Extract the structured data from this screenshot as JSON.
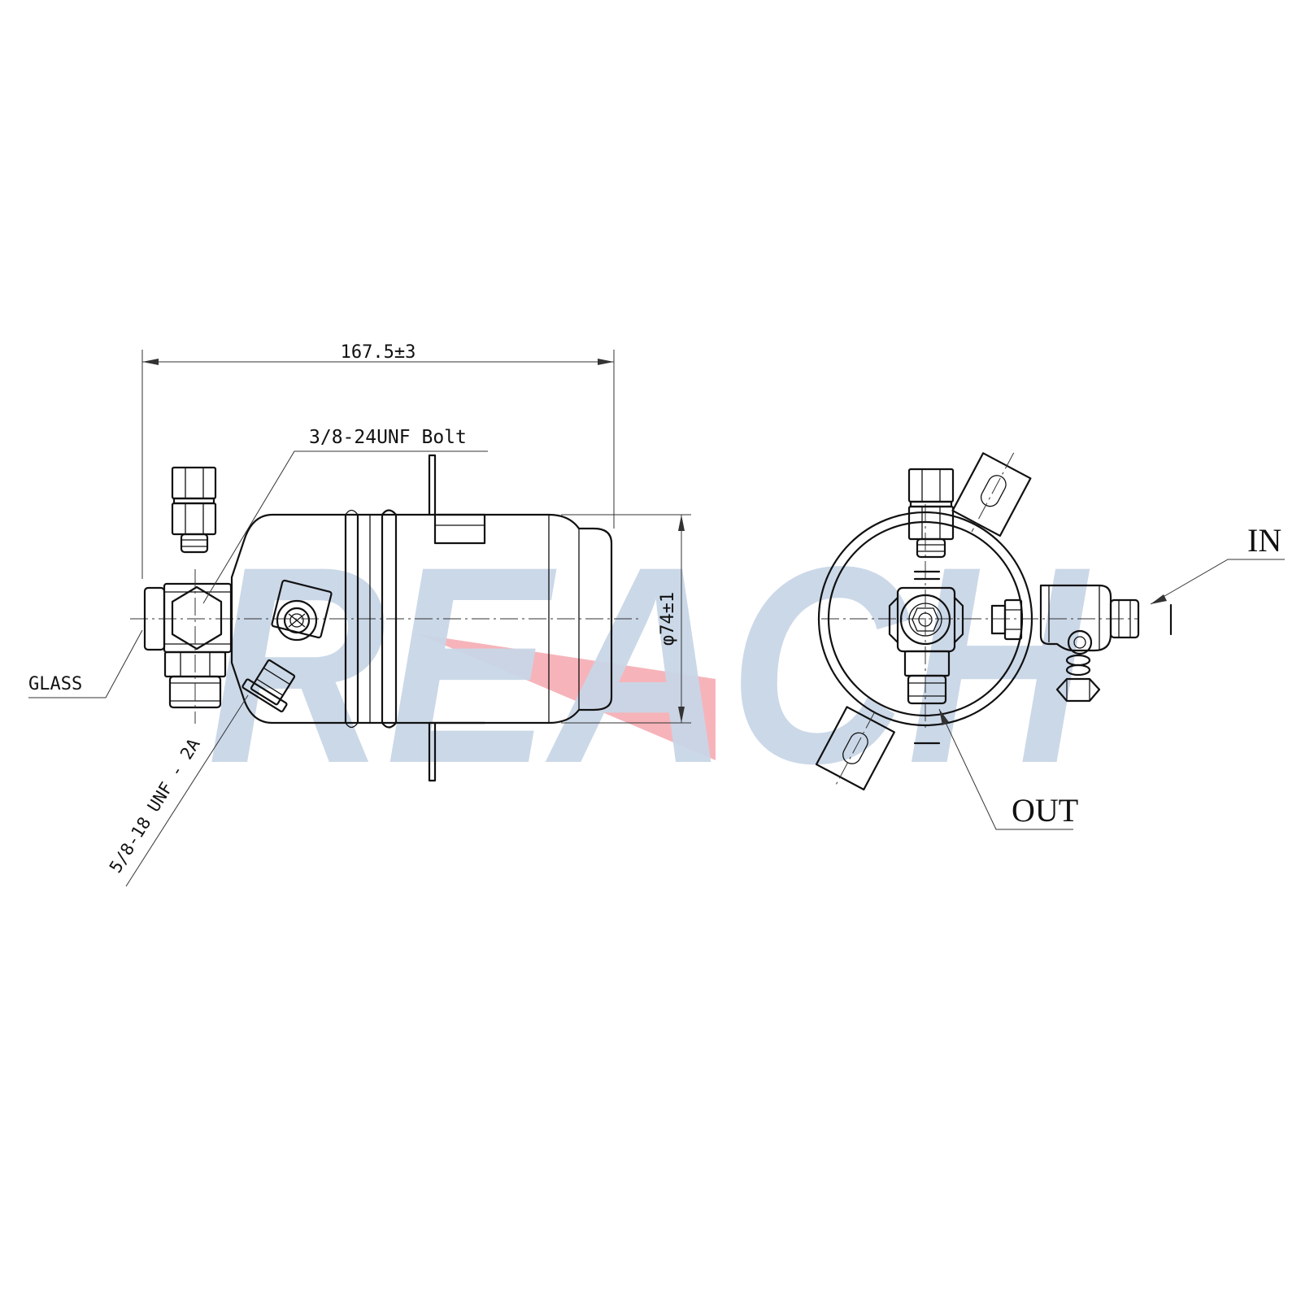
{
  "watermark": {
    "text": "REACH",
    "color": "#c9d6e7",
    "accent_color": "#f4a7ae"
  },
  "dimensions": {
    "length": "167.5±3",
    "diameter": "φ74±1"
  },
  "labels": {
    "bolt": "3/8-24UNF Bolt",
    "glass": "GLASS",
    "thread": "5/8-18 UNF - 2A",
    "inlet": "IN",
    "outlet": "OUT"
  }
}
